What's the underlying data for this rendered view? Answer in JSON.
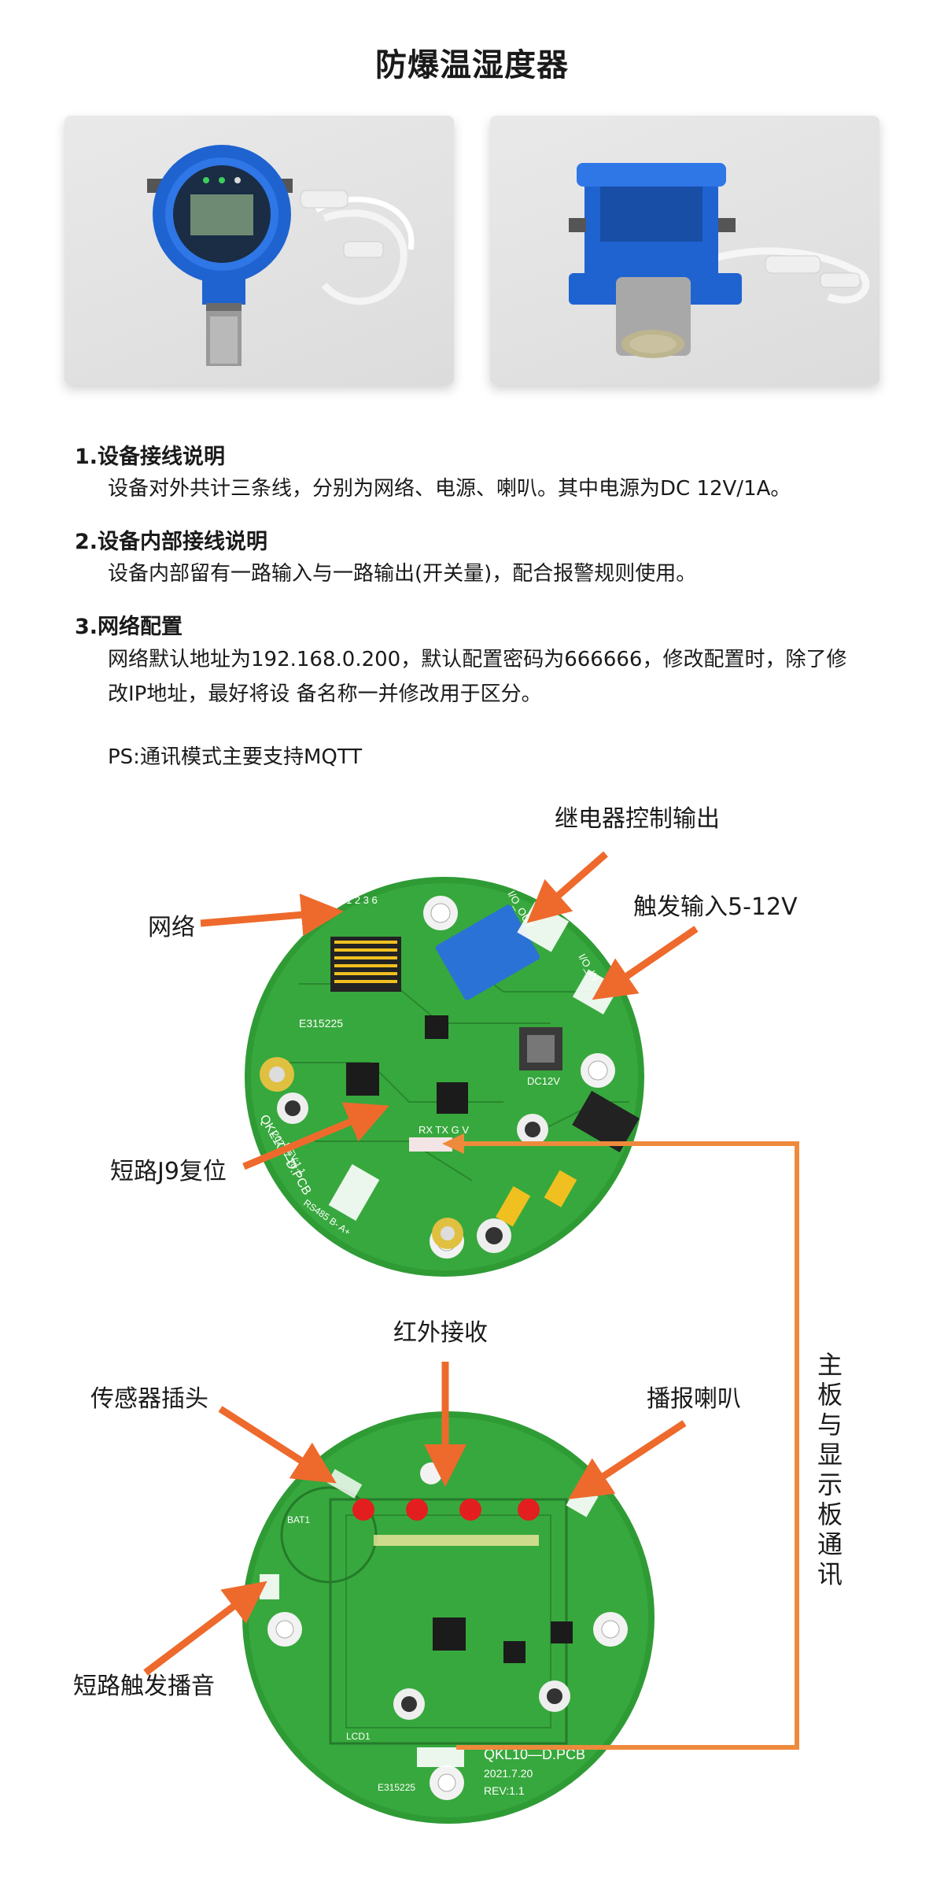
{
  "page": {
    "title": "防爆温湿度器"
  },
  "sections": [
    {
      "title": "1.设备接线说明",
      "body": "设备对外共计三条线，分别为网络、电源、喇叭。其中电源为DC 12V/1A。"
    },
    {
      "title": "2.设备内部接线说明",
      "body": "设备内部留有一路输入与一路输出(开关量)，配合报警规则使用。"
    },
    {
      "title": "3.网络配置",
      "body_line1": "网络默认地址为192.168.0.200，默认配置密码为666666，修改配置时，除了修",
      "body_line2": "改IP地址，最好将设 备名称一并修改用于区分。",
      "note": "PS:通讯模式主要支持MQTT"
    }
  ],
  "main_board": {
    "labels": {
      "relay_output": "继电器控制输出",
      "trigger_input": "触发输入5-12V",
      "network": "网络",
      "short_reset": "短路J9复位"
    },
    "silkscreen": {
      "pcb_name": "QKL10—D.PCB",
      "date": "2021.7.20",
      "rev": "REV:1.1",
      "code": "E315225",
      "dc": "DC12V",
      "io_out": "I/O_OUT",
      "io_in": "I/O_IN",
      "rs485": "RS485 B- A+",
      "pins": "1 2 3 6",
      "rxtx": "RX TX G V"
    }
  },
  "display_board": {
    "labels": {
      "ir_receive": "红外接收",
      "sensor_plug": "传感器插头",
      "speaker": "播报喇叭",
      "short_trigger": "短路触发播音"
    },
    "silkscreen": {
      "pcb_name": "QKL10—D.PCB",
      "date": "2021.7.20",
      "rev": "REV:1.1",
      "code": "E315225",
      "lcd": "LCD1",
      "bat": "BAT1"
    }
  },
  "comm_label": "主板与显示板通讯",
  "colors": {
    "arrow": "#ee6a2c",
    "pcb_green": "#2f9b35",
    "pcb_dark": "#1e7d28",
    "comm_line": "#ee8a3c",
    "device_blue": "#1f63d1"
  }
}
